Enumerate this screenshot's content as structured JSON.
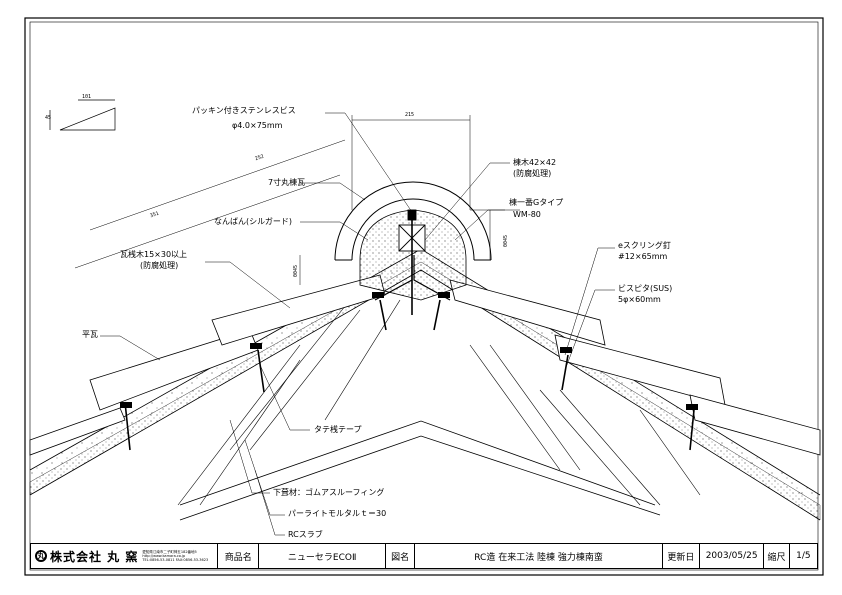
{
  "labels": {
    "screw": "パッキン付きステンレスビス",
    "screw_size": "φ4.0×75mm",
    "ridge_tile": "7寸丸棟瓦",
    "nanban": "なんばん(シルガード)",
    "batten": "瓦桟木15×30以上",
    "batten_treat": "(防腐処理)",
    "ridge_wood": "棟木42×42",
    "ridge_wood_treat": "(防腐処理)",
    "ridge_g": "棟一番Gタイプ",
    "ridge_g_model": "WM-80",
    "e_nail": "eスクリング釘",
    "e_nail_size": "#12×65mm",
    "bispita": "ビスピタ(SUS)",
    "bispita_size": "5φ×60mm",
    "hiragawara": "平瓦",
    "tate_tape": "タテ桟テープ",
    "underlay": "下葺材：ゴムアスルーフィング",
    "mortar": "パーライトモルタルｔ＝30",
    "rc_slab": "RCスラブ"
  },
  "dims": {
    "d_101": "101",
    "d_45": "45",
    "d_215": "215",
    "d_252": "252",
    "d_351": "351",
    "d_side_r": "0045",
    "d_side_l": "0045"
  },
  "title_block": {
    "company_mark": "丸",
    "company_name": "株式会社 丸 窯",
    "address_1": "愛知県江南市二子町神五182番地5",
    "address_2": "http://www.kamara.co.jp",
    "address_3": "TEL:0856-53-0811 FAX:0856-53-3623",
    "product_label": "商品名",
    "product_name": "ニューセラECOⅡ",
    "drawing_label": "図名",
    "drawing_name": "RC造 在来工法 陸棟 強力棟南蛮",
    "update_label": "更新日",
    "update_date": "2003/05/25",
    "scale_label": "縮尺",
    "scale_value": "1/5"
  }
}
